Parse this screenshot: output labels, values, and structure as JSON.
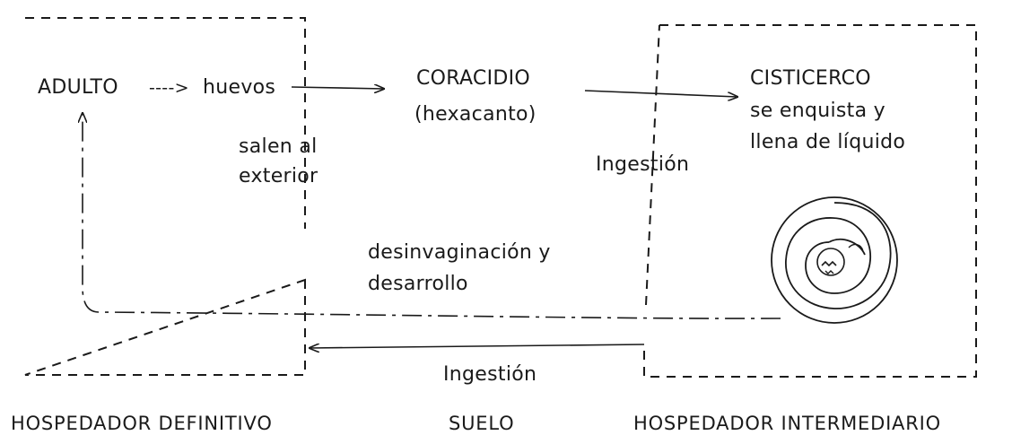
{
  "boxes": {
    "definitive": {
      "adult": "ADULTO",
      "arrow_text": "---->",
      "eggs": "huevos",
      "exit_line1": "salen al",
      "exit_line2": "exterior"
    },
    "soil": {
      "coracidium": "CORACIDIO",
      "hexacanth": "(hexacanto)"
    },
    "intermediate": {
      "cysticercus": "CISTICERCO",
      "encyst_line1": "se enquista y",
      "encyst_line2": "llena de líquido"
    }
  },
  "arrows": {
    "ingestion_top": "Ingestión",
    "ingestion_bottom": "Ingestión",
    "devagination_line1": "desinvaginación y",
    "devagination_line2": "desarrollo"
  },
  "captions": {
    "definitive": "HOSPEDADOR DEFINITIVO",
    "soil": "SUELO",
    "intermediate": "HOSPEDADOR INTERMEDIARIO"
  }
}
